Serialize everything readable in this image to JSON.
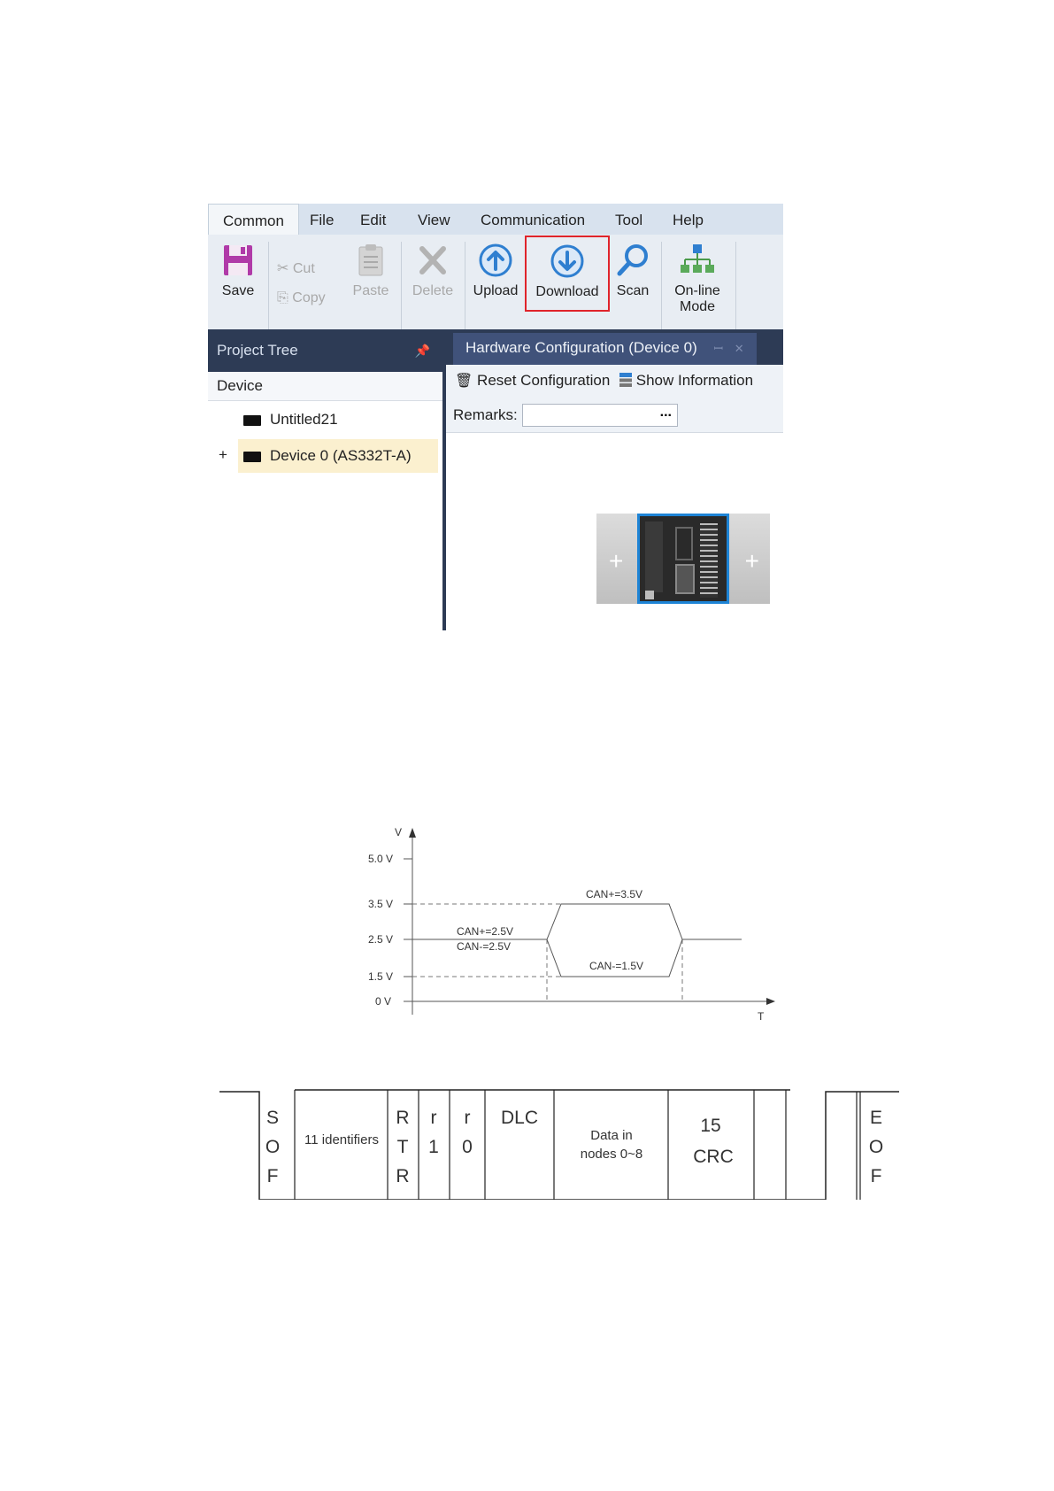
{
  "menubar": {
    "tabs": [
      {
        "label": "Common",
        "active": true
      },
      {
        "label": "File"
      },
      {
        "label": "Edit"
      },
      {
        "label": "View"
      },
      {
        "label": "Communication"
      },
      {
        "label": "Tool"
      },
      {
        "label": "Help"
      }
    ]
  },
  "ribbon": {
    "save": "Save",
    "cut": "Cut",
    "copy": "Copy",
    "paste": "Paste",
    "delete": "Delete",
    "upload": "Upload",
    "download": "Download",
    "scan": "Scan",
    "online_line1": "On-line",
    "online_line2": "Mode",
    "highlight_color": "#e0242b"
  },
  "project_tree": {
    "title": "Project Tree",
    "pin_icon": "pin-icon",
    "header": "Device",
    "items": [
      {
        "label": "Untitled21",
        "expander": ""
      },
      {
        "label": "Device 0 (AS332T-A)",
        "expander": "+",
        "selected": true
      }
    ]
  },
  "hardware": {
    "tab_title": "Hardware Configuration (Device 0)",
    "reset": "Reset Configuration",
    "show_info": "Show Information",
    "remarks_label": "Remarks:",
    "remarks_value": "",
    "browse": "...",
    "slot_left": "+",
    "slot_right": "+"
  },
  "voltage_graph": {
    "y_axis": "V",
    "x_axis": "T",
    "ticks": [
      "5.0 V",
      "3.5 V",
      "2.5 V",
      "1.5 V",
      "0 V"
    ],
    "label_recessive_plus": "CAN+=2.5V",
    "label_recessive_minus": "CAN-=2.5V",
    "label_dominant_plus": "CAN+=3.5V",
    "label_dominant_minus": "CAN-=1.5V"
  },
  "can_frame": {
    "sof": [
      "S",
      "O",
      "F"
    ],
    "identifiers": "11 identifiers",
    "rtr": [
      "R",
      "T",
      "R"
    ],
    "r1": [
      "r",
      "1"
    ],
    "r0": [
      "r",
      "0"
    ],
    "dlc": "DLC",
    "data_line1": "Data in",
    "data_line2": "nodes 0~8",
    "crc_line1": "15",
    "crc_line2": "CRC",
    "eof": [
      "E",
      "O",
      "F"
    ]
  }
}
